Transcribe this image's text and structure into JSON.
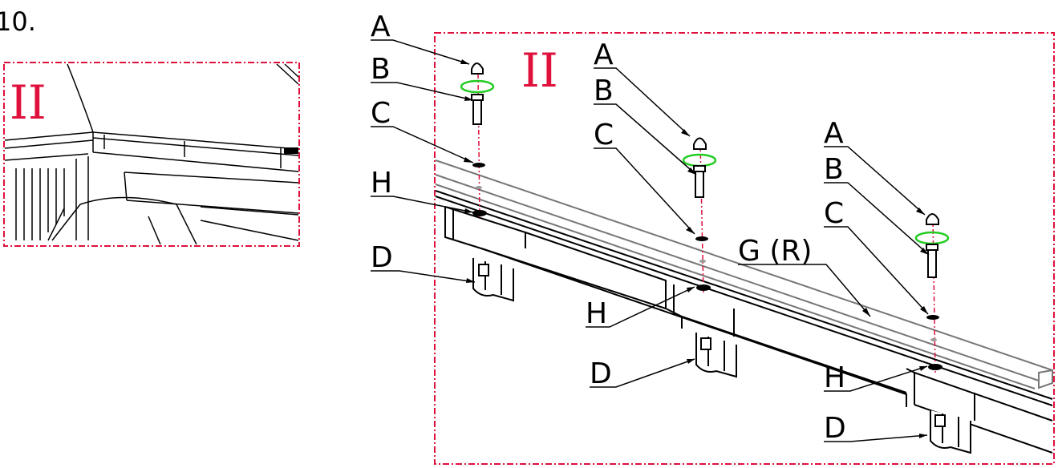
{
  "step_number": "10.",
  "detail_marker": "II",
  "colors": {
    "frame": "#e0103c",
    "marker": "#e0103c",
    "rotate_arrow": "#22cc22",
    "axis_line": "#e0103c",
    "line": "#000000",
    "rail": "#888888"
  },
  "labels": {
    "bolt_cap": "A",
    "bolt": "B",
    "washer": "C",
    "clamp": "D",
    "rail_right": "G (R)",
    "nut": "H"
  },
  "icons": [
    "rotate-arrow-icon",
    "cap-nut-icon",
    "hex-bolt-icon",
    "washer-icon",
    "clamp-icon"
  ]
}
